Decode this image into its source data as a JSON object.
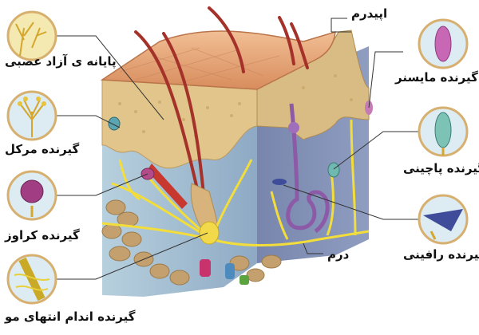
{
  "labels": {
    "free_nerve_endings": "پایانه ی آزاد عصبی",
    "merkel": "گیرنده مرکل",
    "krause": "گیرنده کراوز",
    "hair_root": "گیرنده اندام انتهای مو",
    "epidermis": "اپیدرم",
    "meissner": "گیرنده مایسنر",
    "pacinian": "گیرنده پاچینی",
    "ruffini": "گیرنده رافینی",
    "dermis": "درم"
  },
  "colors": {
    "epidermis_top": "#e9a879",
    "epidermis_layer": "#e3c98a",
    "dermis_blue": "#a8c4d6",
    "dermis_dark": "#7f8fb4",
    "hair": "#a5322a",
    "nerve": "#f3dd3b",
    "fat": "#c3a06d",
    "gland": "#9d6fb4",
    "inset_bg": "#dcecf2",
    "inset_border": "#d7b070"
  }
}
